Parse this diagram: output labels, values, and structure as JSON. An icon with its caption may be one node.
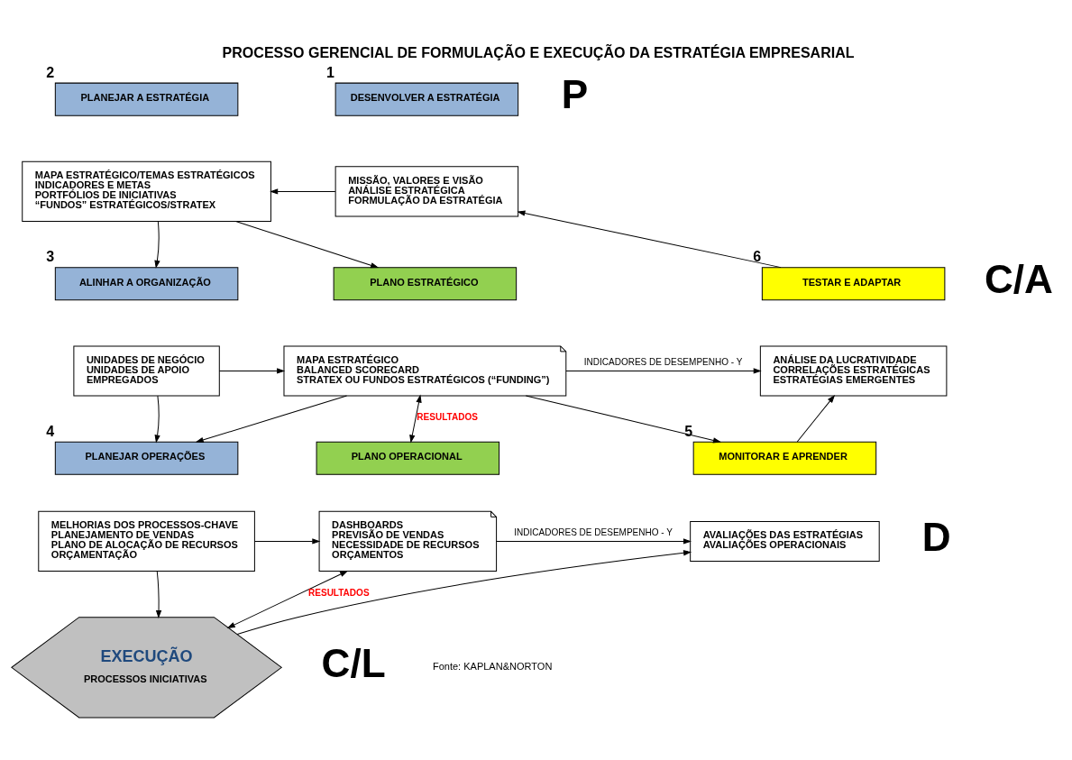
{
  "diagram": {
    "title": "PROCESSO GERENCIAL DE FORMULAÇÃO E EXECUÇÃO DA ESTRATÉGIA EMPRESARIAL",
    "nodes": [
      {
        "text": [
          "PLANEJAR A ESTRATÉGIA"
        ],
        "beside": [
          "2"
        ]
      },
      {
        "text": [
          "MAPA ESTRATÉGICO/TEMAS ESTRATÉGICOS",
          "INDICADORES E METAS",
          "PORTFÓLIOS DE INICIATIVAS",
          "“FUNDOS” ESTRATÉGICOS/STRATEX"
        ]
      },
      {
        "text": [
          "DESENVOLVER A ESTRATÉGIA"
        ],
        "beside": [
          "1"
        ]
      },
      {
        "text": [
          "MISSÃO, VALORES E VISÃO",
          "ANÁLISE ESTRATÉGICA",
          "FORMULAÇÃO DA ESTRATÉGIA"
        ]
      },
      {
        "text": [
          "PLANO ESTRATÉGICO"
        ]
      },
      {
        "text": [
          "MAPA ESTRATÉGICO",
          "BALANCED SCORECARD",
          "STRATEX OU FUNDOS ESTRATÉGICOS (“FUNDING”)"
        ]
      },
      {
        "text": [
          "ALINHAR A ORGANIZAÇÃO"
        ],
        "beside": [
          "3"
        ]
      },
      {
        "text": [
          "UNIDADES DE NEGÓCIO",
          "UNIDADES DE APOIO",
          "EMPREGADOS"
        ]
      },
      {
        "text": [
          "TESTAR E ADAPTAR"
        ],
        "beside": [
          "6"
        ]
      },
      {
        "text": [
          "ANÁLISE DA LUCRATIVIDADE",
          "CORRELAÇÕES ESTRATÉGICAS",
          "ESTRATÉGIAS EMERGENTES"
        ]
      },
      {
        "text": [
          "PLANO OPERACIONAL"
        ]
      },
      {
        "text": [
          "DASHBOARDS",
          "PREVISÃO DE VENDAS",
          "NECESSIDADE DE RECURSOS",
          "ORÇAMENTOS"
        ]
      },
      {
        "text": [
          "PLANEJAR OPERAÇÕES"
        ],
        "beside": [
          "4"
        ]
      },
      {
        "text": [
          "MELHORIAS DOS PROCESSOS-CHAVE",
          "PLANEJAMENTO DE VENDAS",
          "PLANO DE ALOCAÇÃO DE RECURSOS",
          "ORÇAMENTAÇÃO"
        ]
      },
      {
        "text": [
          "MONITORAR E APRENDER"
        ],
        "beside": [
          "5"
        ]
      },
      {
        "text": [
          "AVALIAÇÕES DAS ESTRATÉGIAS",
          "AVALIAÇÕES OPERACIONAIS"
        ]
      },
      {
        "text": [
          "EXECUÇÃO",
          "PROCESSOS INICIATIVAS"
        ]
      }
    ],
    "edges": [
      {
        "from": 3,
        "to": 1,
        "arrow": "to"
      },
      {
        "from": 1,
        "to": 6,
        "arrow": "to"
      },
      {
        "from": 1,
        "to": 4,
        "arrow": "to"
      },
      {
        "from": 7,
        "to": 5,
        "arrow": "to"
      },
      {
        "from": 7,
        "to": 12,
        "arrow": "to"
      },
      {
        "from": 5,
        "to": 12,
        "arrow": "to"
      },
      {
        "from": 5,
        "to": 10,
        "arrow": "both",
        "label": "RESULTADOS"
      },
      {
        "from": 13,
        "to": 11,
        "arrow": "to"
      },
      {
        "from": 11,
        "to": 16,
        "arrow": "both",
        "label": "RESULTADOS"
      },
      {
        "from": 13,
        "to": 16,
        "arrow": "to"
      },
      {
        "from": 5,
        "to": 9,
        "arrow": "to",
        "label": "INDICADORES DE DESEMPENHO - Y"
      },
      {
        "from": 5,
        "to": 14,
        "arrow": "to"
      },
      {
        "from": 11,
        "to": 15,
        "arrow": "to",
        "label": "INDICADORES DE DESEMPENHO - Y"
      },
      {
        "from": 16,
        "to": 15,
        "arrow": "to"
      },
      {
        "from": 14,
        "to": 9,
        "arrow": "to"
      },
      {
        "from": 8,
        "to": 3,
        "arrow": "to"
      }
    ],
    "labels": [
      "P",
      "C/A",
      "D",
      "C/L",
      "Fonte: KAPLAN&NORTON"
    ]
  }
}
